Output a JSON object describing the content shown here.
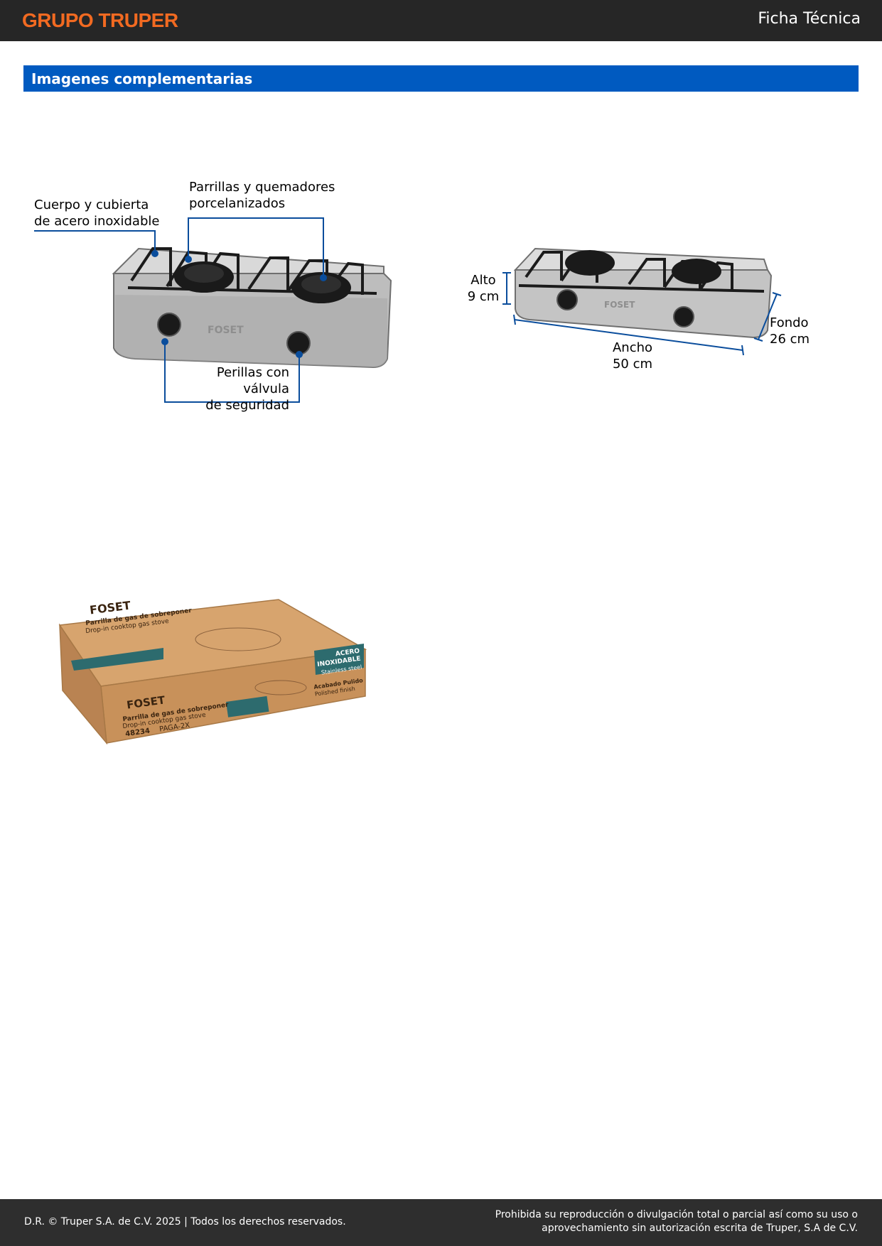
{
  "header": {
    "brand": "GRUPO TRUPER",
    "title": "Ficha Técnica"
  },
  "section": {
    "title": "Imagenes complementarias"
  },
  "figure_features": {
    "callout_body_1": "Cuerpo y cubierta",
    "callout_body_2": "de acero inoxidable",
    "callout_grates_1": "Parrillas y quemadores",
    "callout_grates_2": "porcelanizados",
    "callout_knobs_1": "Perillas con válvula",
    "callout_knobs_2": "de seguridad",
    "stove_brand": "FOSET"
  },
  "figure_dimensions": {
    "height_label": "Alto",
    "height_value": "9 cm",
    "width_label": "Ancho",
    "width_value": "50 cm",
    "depth_label": "Fondo",
    "depth_value": "26 cm",
    "stove_brand": "FOSET"
  },
  "figure_box": {
    "brand": "FOSET",
    "product_es": "Parrilla de gas de sobreponer",
    "product_en": "Drop-in cooktop gas stove",
    "material_1": "ACERO",
    "material_2": "INOXIDABLE",
    "material_en": "Stainless steel",
    "finish_es": "Acabado Pulido",
    "finish_en": "Polished finish",
    "code": "48234",
    "model": "PAGA-2X"
  },
  "footer": {
    "copyright": "D.R. © Truper S.A. de C.V. 2025 | Todos los derechos reservados.",
    "notice_1": "Prohibida su reproducción o divulgación total o parcial así como su uso o",
    "notice_2": "aprovechamiento sin autorización escrita de Truper, S.A de C.V."
  },
  "colors": {
    "header_bg": "#262626",
    "brand_orange": "#f26a21",
    "section_blue": "#005ac0",
    "callout_blue": "#0a4d9c",
    "footer_bg": "#2e2e2e"
  }
}
